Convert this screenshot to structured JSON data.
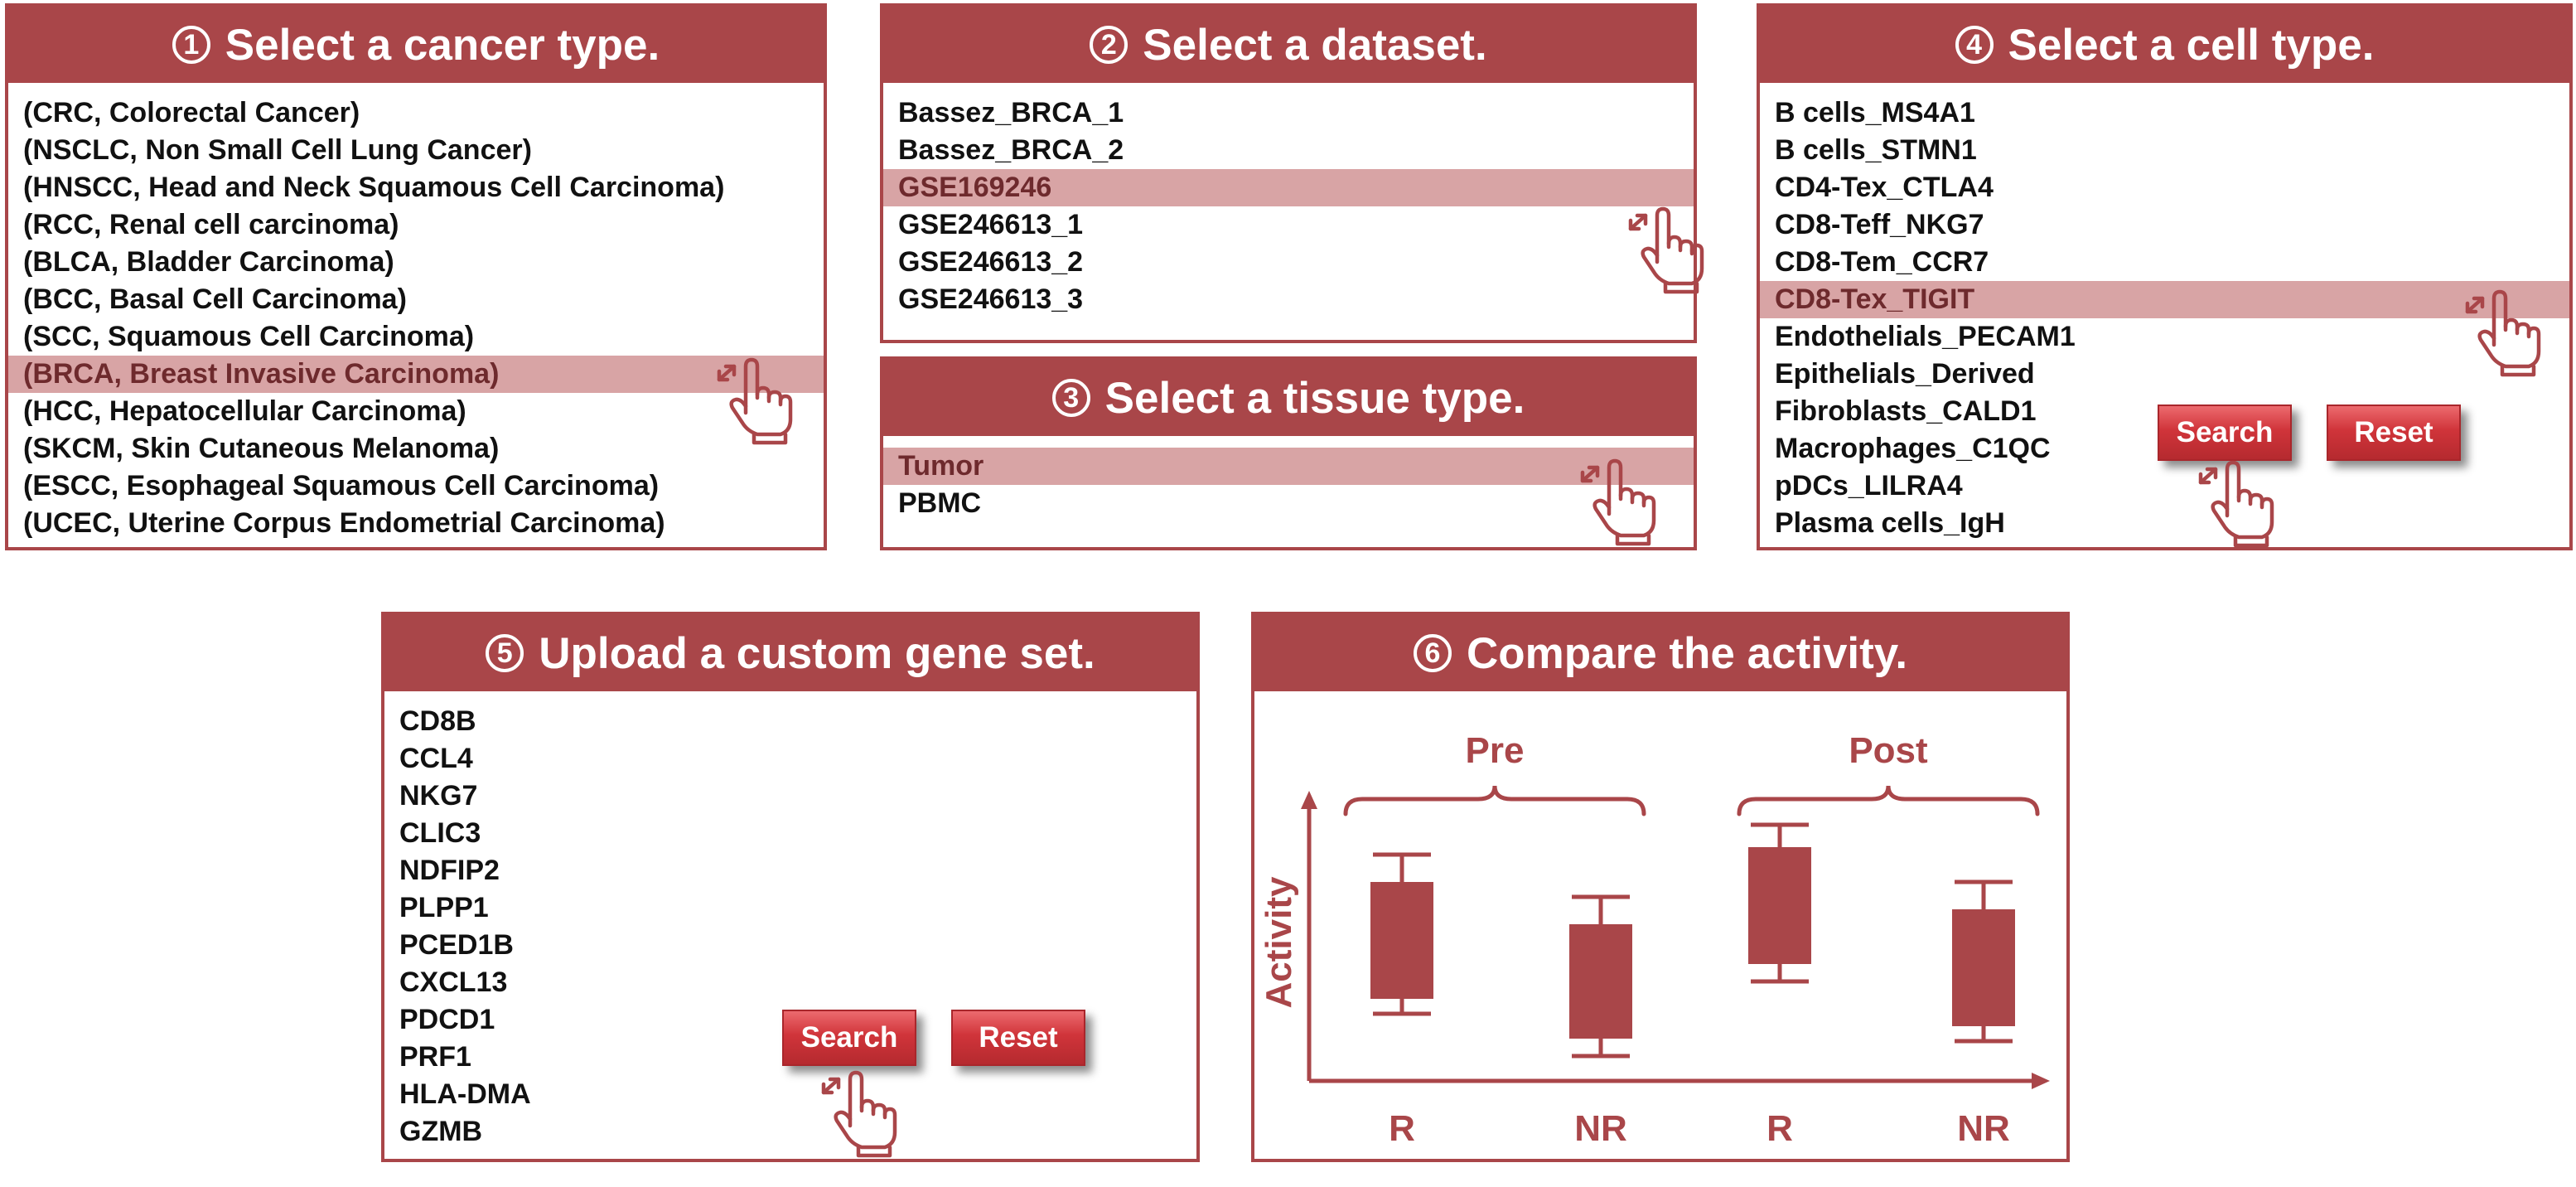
{
  "colors": {
    "accent": "#a94649",
    "selected_row": "#d8a4a5",
    "button": "#d0343a"
  },
  "panel1": {
    "number": "1",
    "title": "Select a cancer type.",
    "items": [
      "(CRC, Colorectal Cancer)",
      "(NSCLC, Non Small Cell Lung Cancer)",
      "(HNSCC, Head and Neck Squamous Cell Carcinoma)",
      "(RCC, Renal cell carcinoma)",
      "(BLCA, Bladder Carcinoma)",
      "(BCC, Basal Cell Carcinoma)",
      "(SCC, Squamous Cell Carcinoma)",
      "(BRCA, Breast Invasive Carcinoma)",
      "(HCC, Hepatocellular Carcinoma)",
      "(SKCM, Skin Cutaneous Melanoma)",
      "(ESCC, Esophageal Squamous Cell Carcinoma)",
      "(UCEC, Uterine Corpus Endometrial Carcinoma)"
    ],
    "selected": "(BRCA, Breast Invasive Carcinoma)"
  },
  "panel2": {
    "number": "2",
    "title": "Select a dataset.",
    "items": [
      "Bassez_BRCA_1",
      "Bassez_BRCA_2",
      "GSE169246",
      "GSE246613_1",
      "GSE246613_2",
      "GSE246613_3"
    ],
    "selected": "GSE169246"
  },
  "panel3": {
    "number": "3",
    "title": "Select a tissue type.",
    "items": [
      "Tumor",
      "PBMC"
    ],
    "selected": "Tumor"
  },
  "panel4": {
    "number": "4",
    "title": "Select a cell type.",
    "items": [
      "B cells_MS4A1",
      "B cells_STMN1",
      "CD4-Tex_CTLA4",
      "CD8-Teff_NKG7",
      "CD8-Tem_CCR7",
      "CD8-Tex_TIGIT",
      "Endothelials_PECAM1",
      "Epithelials_Derived",
      "Fibroblasts_CALD1",
      "Macrophages_C1QC",
      "pDCs_LILRA4",
      "Plasma cells_IgH"
    ],
    "selected": "CD8-Tex_TIGIT",
    "search_label": "Search",
    "reset_label": "Reset"
  },
  "panel5": {
    "number": "5",
    "title": "Upload a custom gene set.",
    "genes": [
      "CD8B",
      "CCL4",
      "NKG7",
      "CLIC3",
      "NDFIP2",
      "PLPP1",
      "PCED1B",
      "CXCL13",
      "PDCD1",
      "PRF1",
      "HLA-DMA",
      "GZMB"
    ],
    "search_label": "Search",
    "reset_label": "Reset"
  },
  "panel6": {
    "number": "6",
    "title": "Compare the activity.",
    "chart_data": {
      "type": "box",
      "ylabel": "Activity",
      "groups": [
        "Pre",
        "Post"
      ],
      "categories": [
        "R",
        "NR",
        "R",
        "NR"
      ],
      "ylim": [
        0,
        1
      ],
      "boxes": [
        {
          "group": "Pre",
          "label": "R",
          "whisker_low": 0.22,
          "q1": 0.28,
          "q3": 0.75,
          "whisker_high": 0.86
        },
        {
          "group": "Pre",
          "label": "NR",
          "whisker_low": 0.05,
          "q1": 0.12,
          "q3": 0.58,
          "whisker_high": 0.69
        },
        {
          "group": "Post",
          "label": "R",
          "whisker_low": 0.35,
          "q1": 0.42,
          "q3": 0.89,
          "whisker_high": 0.98
        },
        {
          "group": "Post",
          "label": "NR",
          "whisker_low": 0.11,
          "q1": 0.17,
          "q3": 0.64,
          "whisker_high": 0.75
        }
      ]
    }
  }
}
